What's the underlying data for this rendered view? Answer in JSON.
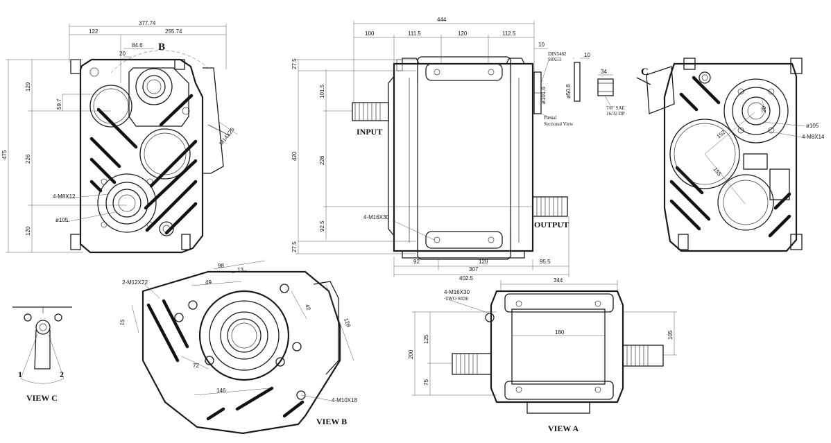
{
  "front_view": {
    "dims": {
      "overall_width": "377.74",
      "left_width": "122",
      "right_width": "255.74",
      "offset_a": "84.6",
      "offset_b": "20",
      "view_b_marker": "B",
      "height_total": "475",
      "height_top": "129",
      "height_mid": "226",
      "height_bot": "120",
      "small_h": "59.7",
      "callout_m14": "M14X25",
      "callout_m8": "4-M8X12",
      "callout_dia": "ø105"
    }
  },
  "side_view": {
    "dims": {
      "overall_width": "444",
      "left_off": "100",
      "w1": "111.5",
      "w2": "120",
      "w3": "112.5",
      "w4": "10",
      "h_top": "27.5",
      "h_a": "101.5",
      "h_total": "420",
      "h_mid": "226",
      "h_b": "92.5",
      "h_bot": "27.5",
      "b1": "92",
      "b2": "120",
      "b3": "307",
      "b4": "95.5",
      "b5": "402.5",
      "callout_m16": "4-M16X30",
      "din_note_1": "DIN5482",
      "din_note_2": "58X53",
      "dia_101": "ø101.6",
      "partial_1": "Partial",
      "partial_2": "Sectional View",
      "input_label": "INPUT",
      "output_label": "OUTPUT"
    }
  },
  "spline_detail": {
    "dim_10": "10",
    "dim_34": "34",
    "dia_50": "ø50.8",
    "note_1": "7/8\" SAE",
    "note_2": "16/32 DP"
  },
  "rear_view": {
    "marker_c": "C",
    "dia_105": "ø105",
    "callout_m8": "4-M8X14",
    "dim_20": "20",
    "dim_152": "152",
    "dim_155": "155"
  },
  "view_b": {
    "title": "VIEW B",
    "callout_m12": "2-M12X22",
    "callout_m10": "4-M10X18",
    "d98": "98",
    "d13": "13",
    "d49": "49",
    "d42": "42",
    "d128": "128",
    "d15": "15",
    "d72": "72",
    "d146": "146"
  },
  "view_c": {
    "title": "VIEW C",
    "pos1": "1",
    "pos2": "2"
  },
  "view_a": {
    "title": "VIEW A",
    "overall_width": "344",
    "callout_m16": "4-M16X30",
    "callout_two_side": "TWO SIDE",
    "d180": "180",
    "d200": "200",
    "d125": "125",
    "d75": "75",
    "d105": "105"
  }
}
